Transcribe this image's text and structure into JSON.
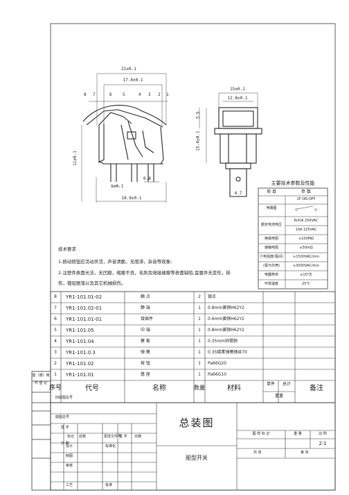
{
  "dimensions": {
    "w21": "21±0.1",
    "w17": "17.4±0.1",
    "w15": "15±0.1",
    "w128": "12.8±0.1",
    "h3": "3.5",
    "h15": "15.4±0.1",
    "h11": "11±0.1",
    "p1": "1±0.1",
    "p2": "0.8",
    "w18": "18.6±0.1",
    "pin": "4.7",
    "balloons": [
      "8",
      "7",
      "6",
      "5",
      "4",
      "3",
      "2",
      "1"
    ]
  },
  "specs": {
    "title": "主要技术参数及性能",
    "header": [
      "项  目",
      "参  数"
    ],
    "rows": [
      {
        "label": "电路图",
        "value": "1P ON-OFF"
      },
      {
        "label": "额定电流电压",
        "value": "6(4)A 250VAC",
        "value2": "10A 125VAC"
      },
      {
        "label": "绝缘电阻",
        "value": "≥100MΩ"
      },
      {
        "label": "接触电阻",
        "value": "≤50mΩ"
      },
      {
        "label": "介电强度(极间)",
        "value": "≥1500VAC/min"
      },
      {
        "label": "(极与外壳)",
        "value": "≥3000VAC/min"
      },
      {
        "label": "电器寿命",
        "value": "≥10⁴次"
      },
      {
        "label": "环境温度",
        "value": "25℃"
      }
    ]
  },
  "requirements": {
    "heading": "技术要求",
    "lines": [
      "1.按动按钮应活动灵活，声音清脆，无阻滞，杂音等现象;",
      "2.注塑件表面光洁，无凹痕，缩痕不良，毛刺及熔接缝痕等表面缺陷;金属件无变形，损",
      "伤，镀层脱落以及其它机械损伤。"
    ]
  },
  "bom": {
    "rows": [
      {
        "no": "8",
        "code": "YR1-101.01-02",
        "name": "触  点",
        "qty": "2",
        "mat": "银点"
      },
      {
        "no": "7",
        "code": "YR1-101.02-01",
        "name": "静  端",
        "qty": "1",
        "mat": "0.8mm黄铜H62Y2"
      },
      {
        "no": "6",
        "code": "YR1-101.01-01",
        "name": "接插件",
        "qty": "1",
        "mat": "0.6mm黄铜H62Y2"
      },
      {
        "no": "5",
        "code": "YR1-101.05",
        "name": "中  端",
        "qty": "1",
        "mat": "0.8mm黄铜H62Y2"
      },
      {
        "no": "4",
        "code": "YR1-101.04",
        "name": "簧  板",
        "qty": "1",
        "mat": "0.35mm锌锡铜"
      },
      {
        "no": "3",
        "code": "YR1-101.0.3",
        "name": "弹  簧",
        "qty": "1",
        "mat": "0.35碳素弹簧钢丝70"
      },
      {
        "no": "2",
        "code": "YR1-101.02",
        "name": "按  钮",
        "qty": "1",
        "mat": "Pa66G20"
      },
      {
        "no": "1",
        "code": "YR1-101.01",
        "name": "基  座",
        "qty": "1",
        "mat": "Pa66G10"
      }
    ],
    "header": {
      "no": "序号",
      "code": "代号",
      "name": "名称",
      "qty": "数量",
      "mat": "材料",
      "single": "单件",
      "total": "总计",
      "weight": "重量",
      "note": "备注"
    }
  },
  "side": {
    "r1": "首（通）用",
    "r2": "件 登 记",
    "r3": "旧底图总号",
    "r4": "底图总号",
    "r5": "签  字",
    "r6": "日  期"
  },
  "titleblock": {
    "main": "总装图",
    "sub": "船型开关",
    "cells": [
      "标记",
      "处数",
      "更改文件号",
      "签  字",
      "日期"
    ],
    "roles": [
      "设计",
      "制图",
      "审核",
      "工艺",
      "标准化",
      "批准"
    ],
    "right": [
      "图 样 标 记",
      "重 量",
      "比 例"
    ],
    "scale": "2:1",
    "sheet": [
      "共  张",
      "第  张"
    ]
  }
}
